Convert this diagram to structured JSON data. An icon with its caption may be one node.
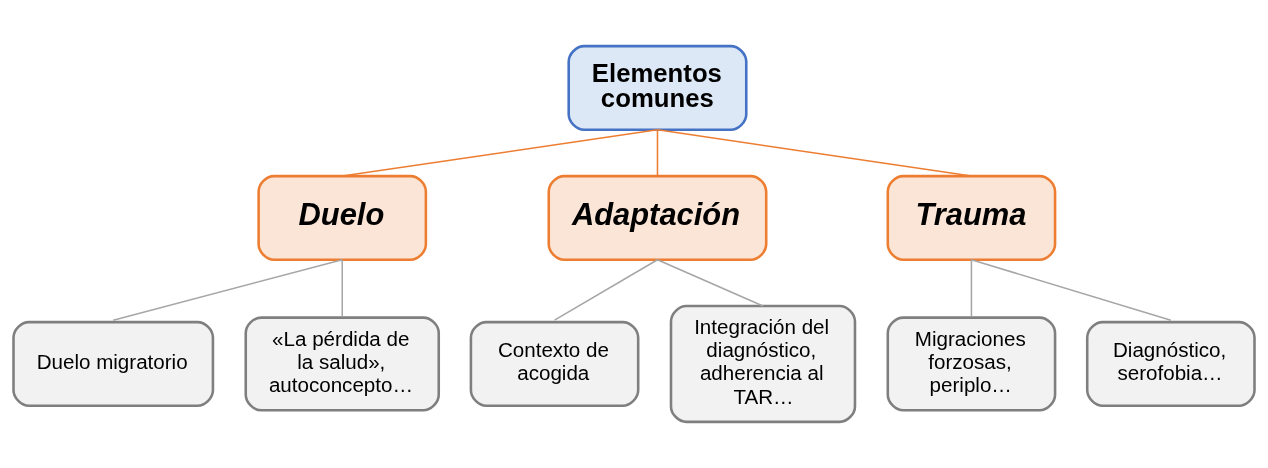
{
  "diagram": {
    "nodes": [
      {
        "text": [
          "Elementos comunes"
        ]
      },
      {
        "text": [
          "Duelo"
        ]
      },
      {
        "text": [
          "Adaptación"
        ]
      },
      {
        "text": [
          "Trauma"
        ]
      },
      {
        "text": [
          "Duelo migratorio"
        ]
      },
      {
        "text": [
          "«La pérdida de la salud», autoconcepto…"
        ]
      },
      {
        "text": [
          "Contexto de acogida"
        ]
      },
      {
        "text": [
          "Integración del diagnóstico, adherencia al TAR…"
        ]
      },
      {
        "text": [
          "Migraciones forzosas, periplo…"
        ]
      },
      {
        "text": [
          "Diagnóstico, serofobia…"
        ]
      }
    ],
    "edges": [
      {
        "from": 0,
        "to": 1,
        "arrow": "none",
        "color": "#ed7d31"
      },
      {
        "from": 0,
        "to": 2,
        "arrow": "none",
        "color": "#ed7d31"
      },
      {
        "from": 0,
        "to": 3,
        "arrow": "none",
        "color": "#ed7d31"
      },
      {
        "from": 1,
        "to": 4,
        "arrow": "none"
      },
      {
        "from": 1,
        "to": 5,
        "arrow": "none"
      },
      {
        "from": 2,
        "to": 6,
        "arrow": "none"
      },
      {
        "from": 2,
        "to": 7,
        "arrow": "none"
      },
      {
        "from": 3,
        "to": 8,
        "arrow": "none"
      },
      {
        "from": 3,
        "to": 9,
        "arrow": "none"
      }
    ]
  }
}
